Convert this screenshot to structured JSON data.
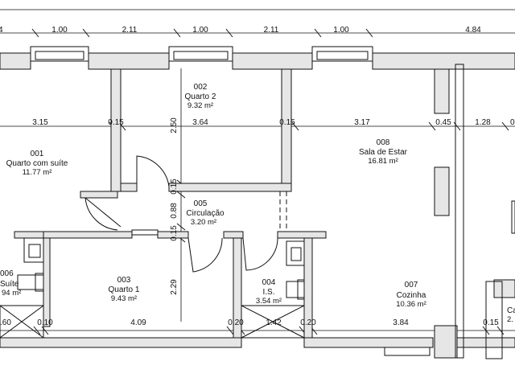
{
  "dims_top": [
    "4",
    "1.00",
    "2.11",
    "1.00",
    "2.11",
    "1.00",
    "4.84"
  ],
  "dims_mid": [
    "3.15",
    "0.15",
    "3.64",
    "0.15",
    "3.17",
    "0.45",
    "1.28",
    "0"
  ],
  "dims_bottom": [
    ".60",
    "0.10",
    "4.09",
    "0.20",
    "1.42",
    "0.20",
    "3.84",
    "0.15"
  ],
  "dims_vertical": [
    "2.50",
    "0.15",
    "0.88",
    "0.15",
    "2.29"
  ],
  "rooms": [
    {
      "id": "001",
      "name": "Quarto com suíte",
      "area": "11.77 m²"
    },
    {
      "id": "002",
      "name": "Quarto 2",
      "area": "9.32 m²"
    },
    {
      "id": "003",
      "name": "Quarto 1",
      "area": "9.43 m²"
    },
    {
      "id": "004",
      "name": "I.S.",
      "area": "3.54 m²"
    },
    {
      "id": "005",
      "name": "Circulação",
      "area": "3.20 m²"
    },
    {
      "id": "006",
      "name": "Suíte",
      "area": "94 m²"
    },
    {
      "id": "007",
      "name": "Cozinha",
      "area": "10.36 m²"
    },
    {
      "id": "008",
      "name": "Sala de Estar",
      "area": "16.81 m²"
    },
    {
      "id": "",
      "name": "Ca",
      "area": "2."
    }
  ]
}
